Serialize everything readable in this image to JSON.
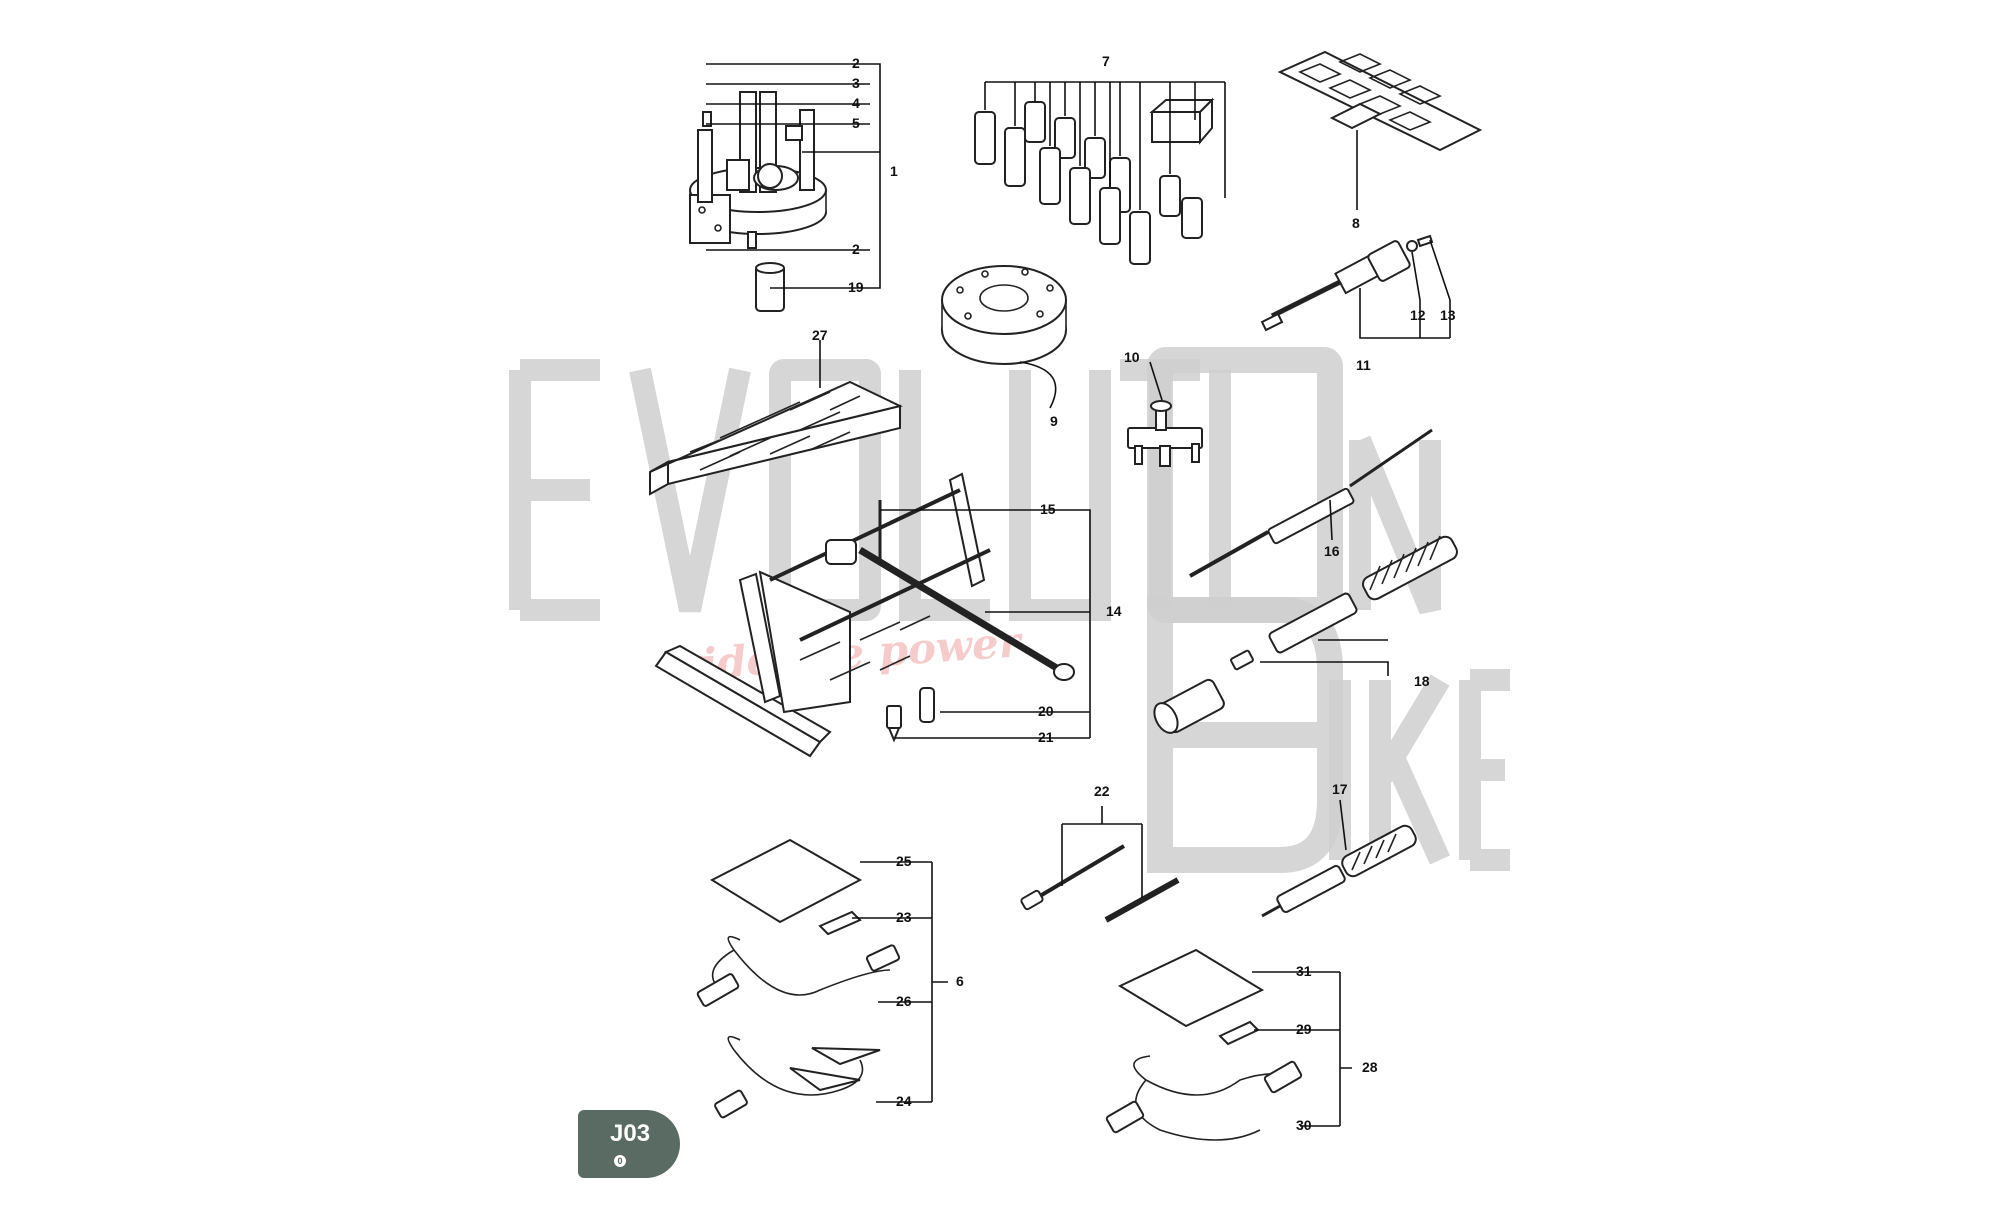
{
  "diagram": {
    "labels": {
      "l1": "1",
      "l2a": "2",
      "l2b": "2",
      "l3": "3",
      "l4": "4",
      "l5": "5",
      "l6": "6",
      "l7": "7",
      "l8": "8",
      "l9": "9",
      "l10": "10",
      "l11": "11",
      "l12": "12",
      "l13": "13",
      "l14": "14",
      "l15": "15",
      "l16": "16",
      "l17": "17",
      "l18": "18",
      "l19": "19",
      "l20": "20",
      "l21": "21",
      "l22": "22",
      "l23": "23",
      "l24": "24",
      "l25": "25",
      "l26": "26",
      "l27": "27",
      "l28": "28",
      "l29": "29",
      "l30": "30",
      "l31": "31"
    }
  },
  "watermark": {
    "brand_line1": "EVOLUTION",
    "brand_line2": "BIKE",
    "slogan": "ride the power"
  },
  "page_badge": {
    "code": "J03",
    "sub": "0",
    "color": "#5a6b64"
  }
}
